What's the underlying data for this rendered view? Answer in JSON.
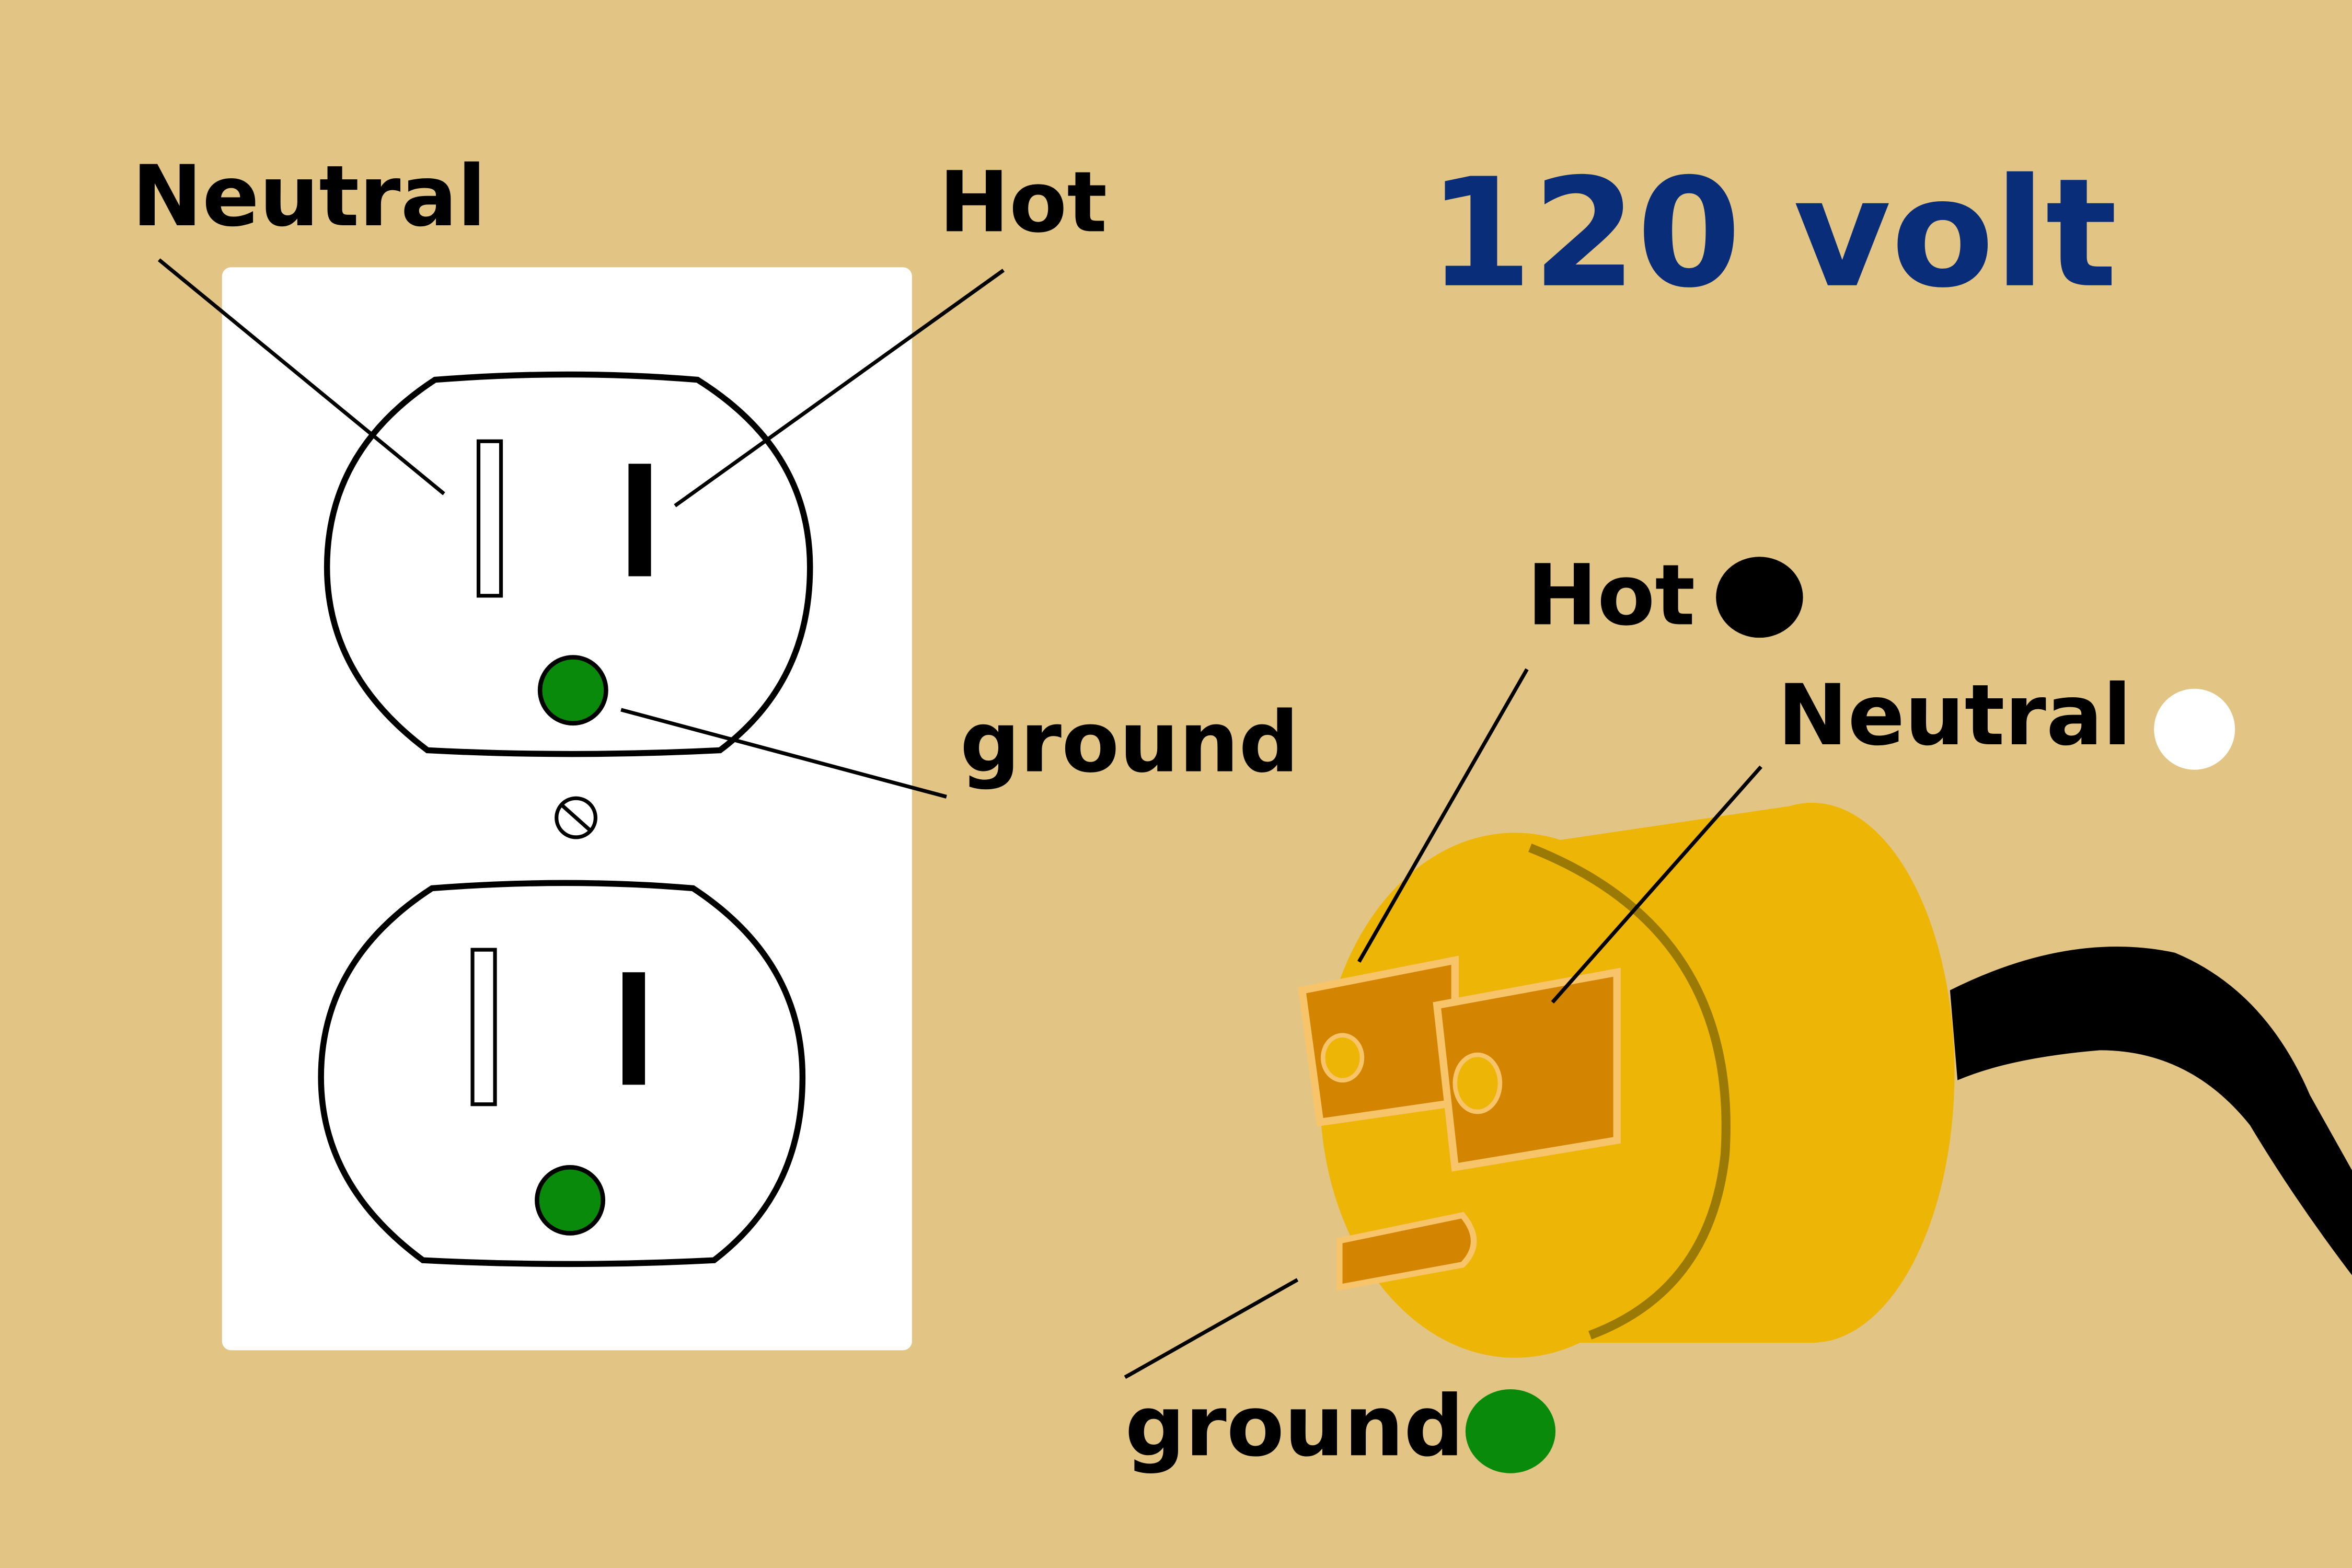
{
  "title": "120 volt",
  "outlet": {
    "neutral_label": "Neutral",
    "hot_label": "Hot",
    "ground_label": "ground"
  },
  "plug": {
    "hot_label": "Hot",
    "neutral_label": "Neutral",
    "ground_label": "ground"
  },
  "colors": {
    "background": "#e2c584",
    "title": "#0a2d7a",
    "ground": "#0a8a0a",
    "hot": "#000000",
    "neutral": "#ffffff",
    "plug_body": "#edb506",
    "prong": "#d38400"
  }
}
